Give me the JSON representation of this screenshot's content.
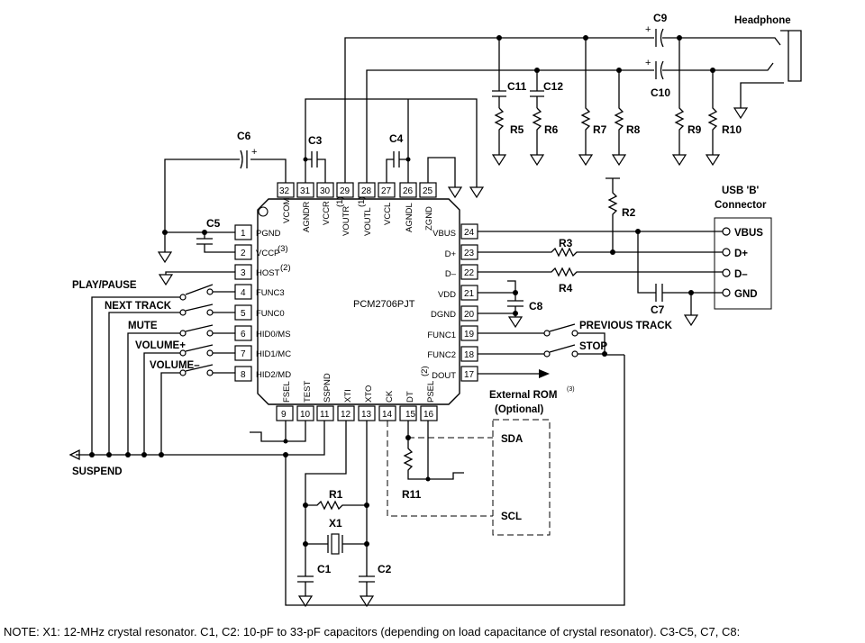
{
  "ic": {
    "part": "PCM2706PJT",
    "pins_top": [
      {
        "num": "32",
        "sig": "VCOM"
      },
      {
        "num": "31",
        "sig": "AGNDR"
      },
      {
        "num": "30",
        "sig": "VCCR"
      },
      {
        "num": "29",
        "sig": "VOUTR"
      },
      {
        "num": "28",
        "sig": "VOUTL"
      },
      {
        "num": "27",
        "sig": "VCCL"
      },
      {
        "num": "26",
        "sig": "AGNDL"
      },
      {
        "num": "25",
        "sig": "ZGND"
      }
    ],
    "pins_left": [
      {
        "num": "1",
        "sig": "PGND"
      },
      {
        "num": "2",
        "sig": "VCCP"
      },
      {
        "num": "3",
        "sig": "HOST"
      },
      {
        "num": "4",
        "sig": "FUNC3"
      },
      {
        "num": "5",
        "sig": "FUNC0"
      },
      {
        "num": "6",
        "sig": "HID0/MS"
      },
      {
        "num": "7",
        "sig": "HID1/MC"
      },
      {
        "num": "8",
        "sig": "HID2/MD"
      }
    ],
    "pins_right": [
      {
        "num": "24",
        "sig": "VBUS"
      },
      {
        "num": "23",
        "sig": "D+"
      },
      {
        "num": "22",
        "sig": "D–"
      },
      {
        "num": "21",
        "sig": "VDD"
      },
      {
        "num": "20",
        "sig": "DGND"
      },
      {
        "num": "19",
        "sig": "FUNC1"
      },
      {
        "num": "18",
        "sig": "FUNC2"
      },
      {
        "num": "17",
        "sig": "DOUT"
      }
    ],
    "pins_bottom": [
      {
        "num": "9",
        "sig": "FSEL"
      },
      {
        "num": "10",
        "sig": "TEST"
      },
      {
        "num": "11",
        "sig": "SSPND"
      },
      {
        "num": "12",
        "sig": "XTI"
      },
      {
        "num": "13",
        "sig": "XTO"
      },
      {
        "num": "14",
        "sig": "CK"
      },
      {
        "num": "15",
        "sig": "DT"
      },
      {
        "num": "16",
        "sig": "PSEL"
      }
    ],
    "superscripts": {
      "vccp": "(3)",
      "host": "(2)",
      "voutr": "(1)",
      "voutl": "(1)",
      "psel": "(2)"
    }
  },
  "components": {
    "c9": "C9",
    "c10": "C10",
    "c11": "C11",
    "c12": "C12",
    "c3": "C3",
    "c4": "C4",
    "c5": "C5",
    "c6": "C6",
    "c7": "C7",
    "c8": "C8",
    "c1": "C1",
    "c2": "C2",
    "r1": "R1",
    "r2": "R2",
    "r3": "R3",
    "r4": "R4",
    "r5": "R5",
    "r6": "R6",
    "r7": "R7",
    "r8": "R8",
    "r9": "R9",
    "r10": "R10",
    "r11": "R11",
    "x1": "X1"
  },
  "labels": {
    "headphone": "Headphone",
    "usb_line1": "USB 'B'",
    "usb_line2": "Connector",
    "vbus": "VBUS",
    "dplus": "D+",
    "dminus": "D–",
    "gnd": "GND",
    "play_pause": "PLAY/PAUSE",
    "next_track": "NEXT TRACK",
    "mute": "MUTE",
    "volume_plus": "VOLUME+",
    "volume_minus": "VOLUME–",
    "previous_track": "PREVIOUS TRACK",
    "stop": "STOP",
    "suspend": "SUSPEND",
    "ext_rom_line1": "External ROM",
    "ext_rom_sup": "(3)",
    "ext_rom_line2": "(Optional)",
    "sda": "SDA",
    "scl": "SCL",
    "plus": "+"
  },
  "note": "NOTE: X1: 12-MHz crystal resonator. C1, C2: 10-pF to 33-pF capacitors (depending on load capacitance of crystal resonator). C3-C5, C7, C8:"
}
